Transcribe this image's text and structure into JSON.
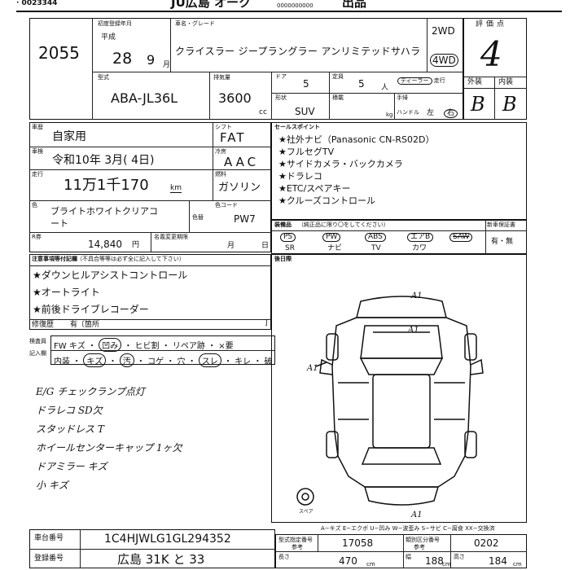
{
  "header": {
    "top_number": "· 0023344",
    "top_title": "JU広島 オーク",
    "top_code": "0000000000",
    "top_suffix": "出品"
  },
  "lot": {
    "number": "2055"
  },
  "registration": {
    "label": "初度登録年月",
    "era": "平成",
    "year": "28",
    "month": "9",
    "month_unit": "月"
  },
  "model": {
    "label": "車名・グレード",
    "name": "クライスラー ジープラングラー アンリミテッドサハラ"
  },
  "drive": {
    "two_wd": "2WD",
    "four_wd": "4WD"
  },
  "score": {
    "label": "評価点",
    "value": "4",
    "exterior_label": "外装",
    "interior_label": "内装",
    "exterior": "B",
    "interior": "B"
  },
  "specs": {
    "type_label": "型式",
    "type": "ABA-JL36L",
    "displacement_label": "排気量",
    "displacement": "3600",
    "displacement_unit": "cc",
    "doors_label": "ドア",
    "doors": "5",
    "capacity_label": "定員",
    "capacity": "5",
    "capacity_unit": "人",
    "body_label": "形状",
    "body": "SUV",
    "load_label": "積載",
    "load_unit": "kg",
    "dealer_label": "ディーラー",
    "travel_label": "走行",
    "handle_label": "ハンドル",
    "handle_left": "左",
    "handle_right": "右",
    "hand_label": "手帰"
  },
  "usage": {
    "label": "車歴",
    "value": "自家用"
  },
  "inspection": {
    "label": "車検",
    "value": "令和10年 3月( 4日)"
  },
  "mileage": {
    "label": "走行",
    "value": "11万1千170",
    "unit": "km"
  },
  "shift": {
    "label": "シフト",
    "value": "FAT"
  },
  "ac": {
    "label": "冷房",
    "value": "AAC"
  },
  "fuel": {
    "label": "燃料",
    "value": "ガソリン"
  },
  "color": {
    "label": "色",
    "value_line1": "ブライトホワイトクリアコ",
    "value_line2": "ート",
    "change_label": "色替",
    "code_label": "色コード",
    "code": "PW7"
  },
  "tax": {
    "label": "R券",
    "value": "14,840",
    "unit": "円",
    "expiry_label": "名義変更期限",
    "month": "月",
    "day": "日"
  },
  "selling_points": {
    "label": "セールスポイント",
    "items": [
      "★社外ナビ（Panasonic CN-RS02D）",
      "★フルセグTV",
      "★サイドカメラ・バックカメラ",
      "★ドラレコ",
      "★ETC/スペアキー",
      "★クルーズコントロール"
    ]
  },
  "equipment": {
    "label": "装備品",
    "note": "（純正品に限り〇をしてください）",
    "top": [
      "PS",
      "PW",
      "ABS",
      "エアB",
      "SAW"
    ],
    "bottom": [
      "SR",
      "ナビ",
      "TV",
      "カワ",
      ""
    ],
    "new_car_label": "新車保証書",
    "new_car_value": "有・無"
  },
  "notes": {
    "label": "注意事項等付記欄",
    "sublabel": "（不具合等等は必ず全に記入して下さい）",
    "items": [
      "★ダウンヒルアシストコントロール",
      "★オートライト",
      "★前後ドライブレコーダー"
    ],
    "repair_label": "修復歴",
    "repair_value": "有〔箇所",
    "close_bracket": "]"
  },
  "after_label": "後日際",
  "inspector": {
    "label_line1": "検査員",
    "label_line2": "記入欄",
    "row1": [
      "FW",
      "キズ",
      "凹み",
      "ヒビ割",
      "リペア跡",
      "×要"
    ],
    "row2": [
      "内装",
      "キズ",
      "汚",
      "コゲ",
      "穴",
      "スレ",
      "キレ",
      "破"
    ]
  },
  "handwritten": [
    "E/G チェックランプ点灯",
    "ドラレコ SD欠",
    "スタッドレス T",
    "ホイールセンターキャップ 1ヶ欠",
    "ドアミラー キズ",
    "小 キズ"
  ],
  "diagram": {
    "marks": [
      "A1",
      "A1",
      "A1",
      "A1"
    ],
    "spare_label": "スペア",
    "legend": "A−キズ E−エクボ U−凹み W−波歪み S−サビ C−腐食 XX−交換済"
  },
  "chassis": {
    "label": "車台番号",
    "value": "1C4HJWLG1GL294352"
  },
  "plate": {
    "label": "登録番号",
    "value": "広島 31K と 33"
  },
  "bottom_right": {
    "cert_label": "型式指定番号",
    "cert_value": "17058",
    "class_label": "類別区分番号",
    "class_value": "0202",
    "ref": "参考",
    "length_label": "長さ",
    "length": "470",
    "width_label": "幅",
    "width": "188",
    "height_label": "高さ",
    "height": "184",
    "unit": "cm"
  },
  "colors": {
    "ink": "#111111",
    "paper": "#ffffff"
  }
}
